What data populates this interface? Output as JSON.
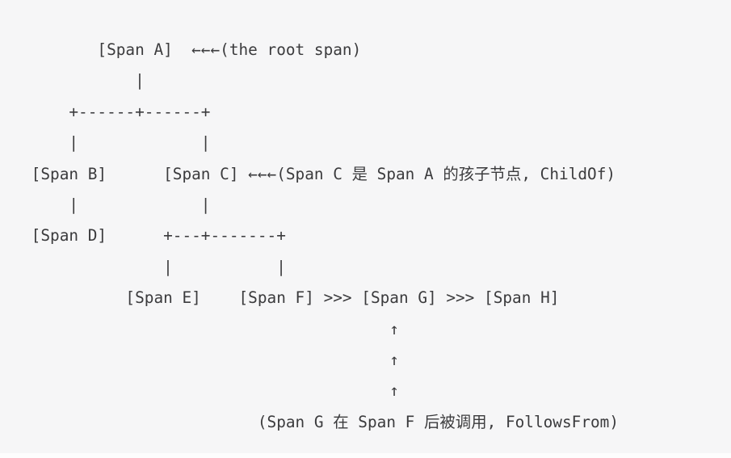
{
  "code_block": {
    "background_color": "#f6f6f7",
    "text_color": "#3b3b3d",
    "page_background_color": "#fdfdfd",
    "ascii_lines": [
      "        [Span A]  ←←←(the root span)",
      "            |",
      "     +------+------+",
      "     |             |",
      " [Span B]      [Span C] ←←←(Span C 是 Span A 的孩子节点, ChildOf)",
      "     |             |",
      " [Span D]      +---+-------+",
      "               |           |",
      "           [Span E]    [Span F] >>> [Span G] >>> [Span H]",
      "                                       ↑",
      "                                       ↑",
      "                                       ↑",
      "                         (Span G 在 Span F 后被调用, FollowsFrom)"
    ]
  },
  "diagram": {
    "type": "span-tree-ascii",
    "spans": [
      "Span A",
      "Span B",
      "Span C",
      "Span D",
      "Span E",
      "Span F",
      "Span G",
      "Span H"
    ],
    "annotations": {
      "root_note": "(the root span)",
      "childof_note": "(Span C 是 Span A 的孩子节点, ChildOf)",
      "followsfrom_note": "(Span G 在 Span F 后被调用, FollowsFrom)"
    },
    "glyphs": {
      "left_arrow": "←←←",
      "sequence_arrow": ">>>",
      "up_arrow": "↑",
      "vertical_edge": "|",
      "branch_edge_wide": "+------+------+",
      "branch_edge_narrow": "+---+-------+"
    },
    "relations": [
      {
        "parent": "Span A",
        "child": "Span B",
        "kind": "ChildOf"
      },
      {
        "parent": "Span A",
        "child": "Span C",
        "kind": "ChildOf"
      },
      {
        "parent": "Span B",
        "child": "Span D",
        "kind": "ChildOf"
      },
      {
        "parent": "Span C",
        "child": "Span E",
        "kind": "ChildOf"
      },
      {
        "parent": "Span C",
        "child": "Span F",
        "kind": "ChildOf"
      },
      {
        "predecessor": "Span F",
        "successor": "Span G",
        "kind": "FollowsFrom"
      },
      {
        "predecessor": "Span G",
        "successor": "Span H",
        "kind": "FollowsFrom"
      }
    ]
  }
}
